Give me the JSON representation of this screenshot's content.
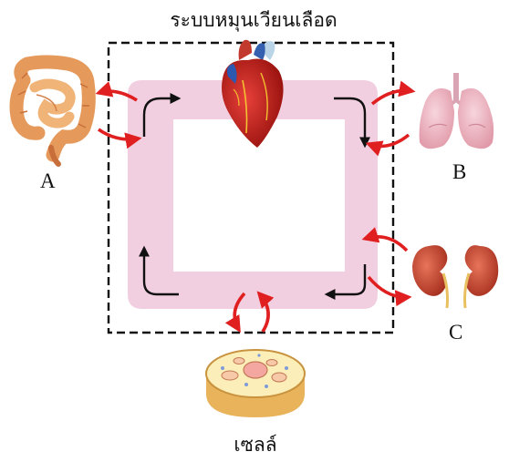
{
  "title": "ระบบหมุนเวียนเลือด",
  "labels": {
    "a": "A",
    "b": "B",
    "c": "C",
    "cell": "เซลล์"
  },
  "organs": {
    "center_top": "heart-icon",
    "left": "intestine-icon",
    "right_top": "lungs-icon",
    "right_bottom": "kidneys-icon",
    "bottom": "cell-icon"
  },
  "colors": {
    "circulation_band": "#f2cfe0",
    "exchange_arrow": "#e02020",
    "flow_arrow": "#111111",
    "border": "#111111"
  }
}
